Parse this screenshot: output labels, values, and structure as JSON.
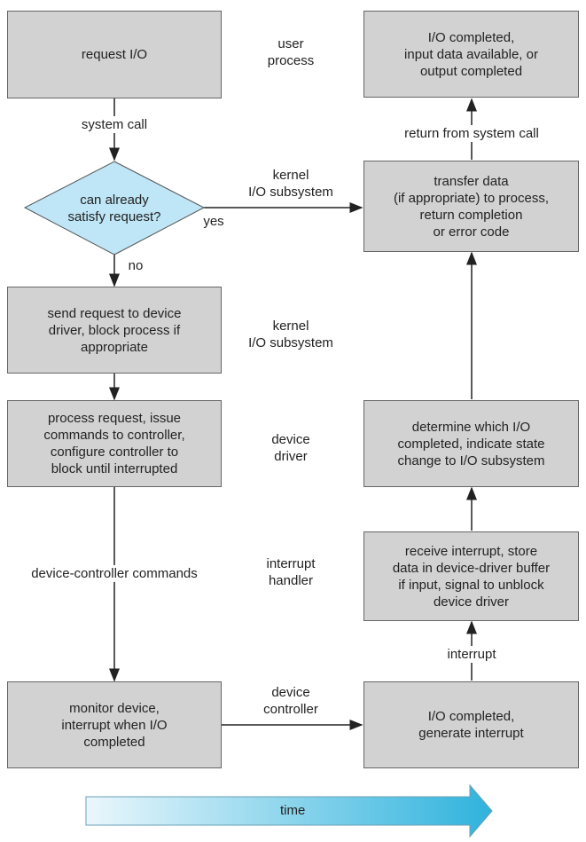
{
  "left_column": {
    "request": "request I/O",
    "system_call": "system call",
    "decision": "can already\nsatisfy request?",
    "yes": "yes",
    "no": "no",
    "send_request": "send request to device\ndriver, block process if\nappropriate",
    "process_request": "process request, issue\ncommands to controller,\nconfigure controller to\nblock until interrupted",
    "commands": "device-controller commands",
    "monitor": "monitor device,\ninterrupt when I/O\ncompleted"
  },
  "middle_layers": {
    "user_process": "user\nprocess",
    "kernel_io_1": "kernel\nI/O subsystem",
    "kernel_io_2": "kernel\nI/O subsystem",
    "device_driver": "device\ndriver",
    "interrupt_handler": "interrupt\nhandler",
    "device_controller": "device\ncontroller"
  },
  "right_column": {
    "io_completed_top": "I/O completed,\ninput data available, or\noutput completed",
    "return_from_call": "return from system call",
    "transfer": "transfer data\n(if appropriate) to process,\nreturn completion\nor error code",
    "determine": "determine which I/O\ncompleted, indicate state\nchange to I/O subsystem",
    "receive": "receive interrupt, store\ndata in device-driver buffer\nif input, signal to unblock\ndevice driver",
    "interrupt": "interrupt",
    "io_completed_bottom": "I/O completed,\ngenerate interrupt"
  },
  "time_arrow": {
    "label": "time"
  }
}
